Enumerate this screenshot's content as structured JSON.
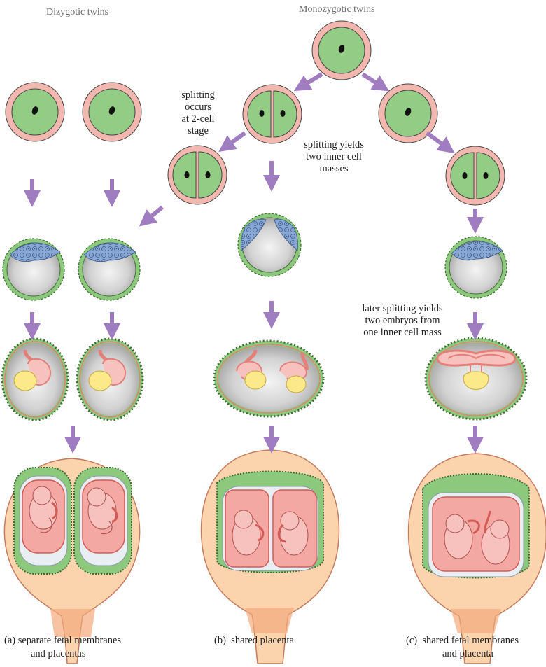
{
  "headers": {
    "dizygotic": "Dizygotic twins",
    "monozygotic": "Monozygotic twins"
  },
  "annotations": {
    "two_cell_split": [
      "splitting",
      "occurs",
      "at 2-cell",
      "stage"
    ],
    "inner_cell_split": [
      "splitting yields",
      "two inner cell",
      "masses"
    ],
    "later_split": [
      "later splitting yields",
      "two embryos from",
      "one inner cell mass"
    ]
  },
  "captions": {
    "a_marker": "(a)",
    "a_line1": "separate fetal membranes",
    "a_line2": "and placentas",
    "b_marker": "(b)",
    "b_line1": "shared placenta",
    "c_marker": "(c)",
    "c_line1": "shared fetal membranes",
    "c_line2": "and placenta"
  },
  "colors": {
    "zona": "#f2b8b0",
    "cytoplasm": "#93cc85",
    "nucleus": "#111111",
    "trophoblast": "#8cc97c",
    "inner_cell_mass": "#8aa8d4",
    "cavity": "#c9c9c9",
    "amnion": "#e47f7a",
    "embryo": "#f7c2bd",
    "yolk_sac": "#fbe98a",
    "uterus": "#fbd4ae",
    "arrow": "#a07cc0"
  },
  "icons": {
    "arrow": "purple-arrow-icon"
  }
}
